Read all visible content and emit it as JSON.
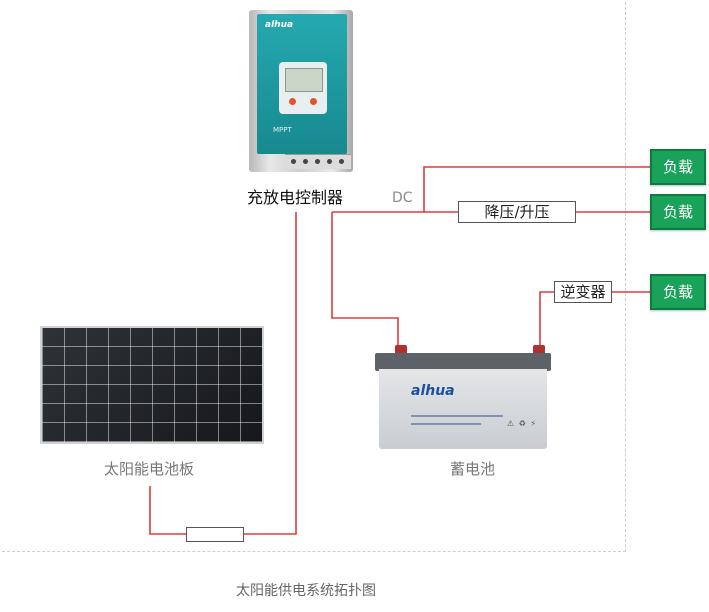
{
  "diagram": {
    "caption": "太阳能供电系统拓扑图",
    "controller": {
      "label": "充放电控制器",
      "brand": "alhua",
      "product_text": "MPPT"
    },
    "solar_panel": {
      "label": "太阳能电池板"
    },
    "battery": {
      "label": "蓄电池",
      "brand": "alhua"
    },
    "dc_label": "DC",
    "converter": {
      "label": "降压/升压"
    },
    "inverter": {
      "label": "逆变器"
    },
    "loads": [
      "负载",
      "负载",
      "负载"
    ]
  },
  "colors": {
    "wire": "#e03c3c",
    "load": "#19a35a",
    "frame": "#cfcfcf"
  }
}
